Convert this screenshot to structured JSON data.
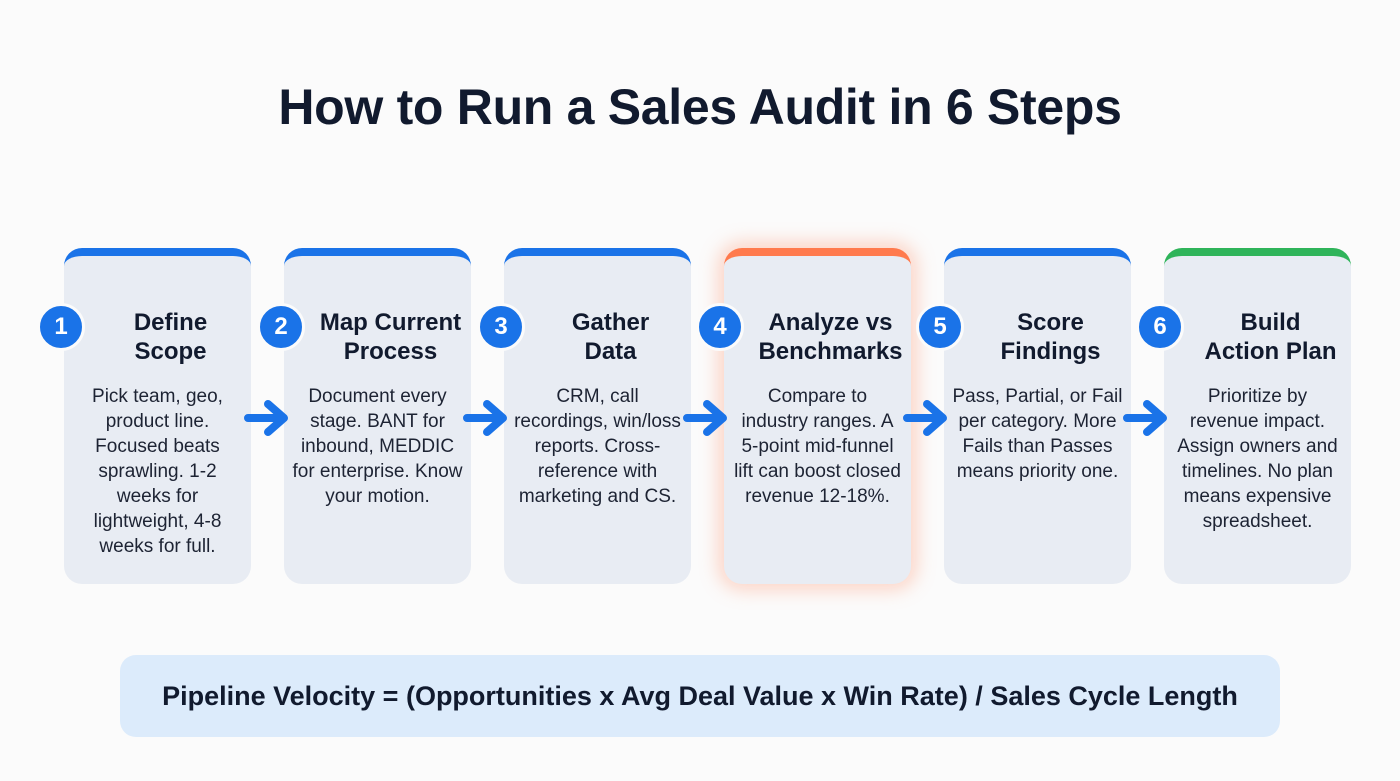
{
  "title": "How to Run a Sales Audit in 6 Steps",
  "colors": {
    "primary": "#1a73e8",
    "highlight": "#ff7a4d",
    "final": "#2fb45a",
    "card_bg": "#e8ecf3",
    "formula_bg": "#dcebfb",
    "text": "#111a2e"
  },
  "steps": [
    {
      "number": "1",
      "title_line1": "Define",
      "title_line2": "Scope",
      "body": "Pick team, geo, product line. Focused beats sprawling. 1-2 weeks for lightweight, 4-8 weeks for full.",
      "accent": "blue"
    },
    {
      "number": "2",
      "title_line1": "Map Current",
      "title_line2": "Process",
      "body": "Document every stage. BANT for inbound, MEDDIC for enterprise. Know your motion.",
      "accent": "blue"
    },
    {
      "number": "3",
      "title_line1": "Gather",
      "title_line2": "Data",
      "body": "CRM, call recordings, win/loss reports. Cross-reference with marketing and CS.",
      "accent": "blue"
    },
    {
      "number": "4",
      "title_line1": "Analyze vs",
      "title_line2": "Benchmarks",
      "body": "Compare to industry ranges. A 5-point mid-funnel lift can boost closed revenue 12-18%.",
      "accent": "orange"
    },
    {
      "number": "5",
      "title_line1": "Score",
      "title_line2": "Findings",
      "body": "Pass, Partial, or Fail per category. More Fails than Passes means priority one.",
      "accent": "blue"
    },
    {
      "number": "6",
      "title_line1": "Build",
      "title_line2": "Action Plan",
      "body": "Prioritize by revenue impact. Assign owners and timelines. No plan means expensive spreadsheet.",
      "accent": "green"
    }
  ],
  "arrows": [
    "arrow-right-icon",
    "arrow-right-icon",
    "arrow-right-icon",
    "arrow-right-icon",
    "arrow-right-icon"
  ],
  "formula": "Pipeline Velocity = (Opportunities x Avg Deal Value x Win Rate) / Sales Cycle Length"
}
